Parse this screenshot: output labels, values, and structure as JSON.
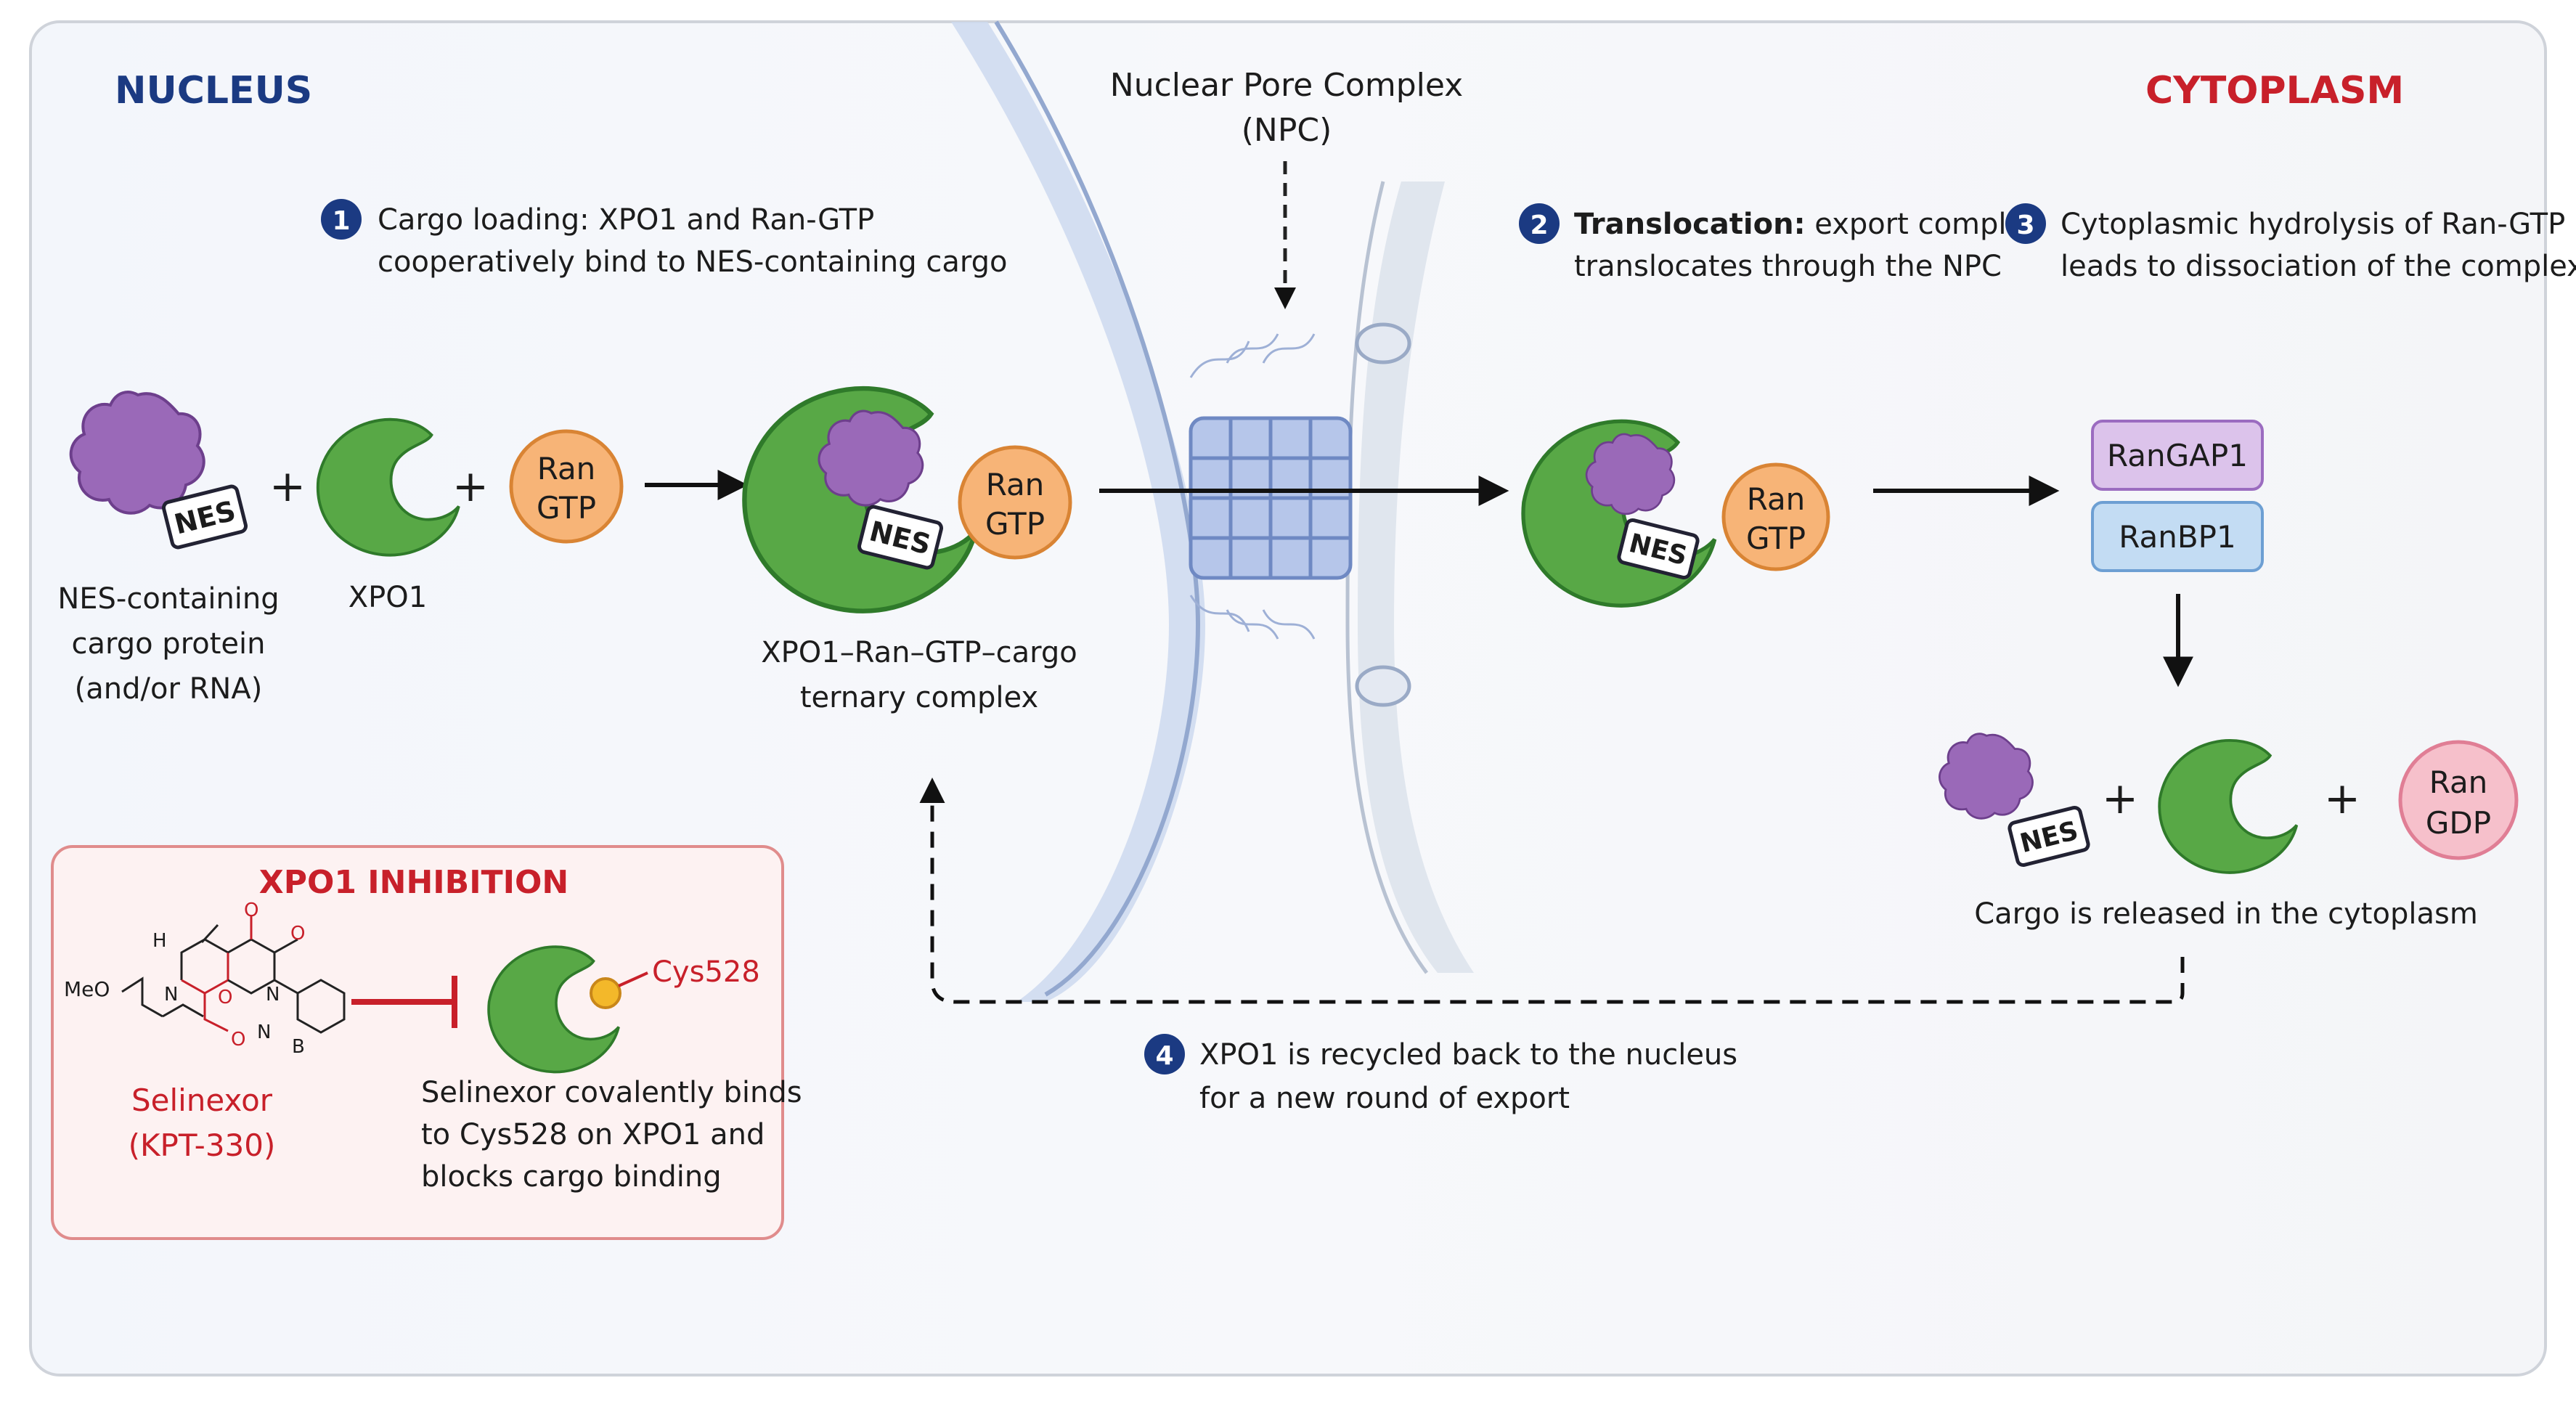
{
  "regions": {
    "nucleus": "NUCLEUS",
    "cytoplasm": "CYTOPLASM",
    "npc_line1": "Nuclear Pore Complex",
    "npc_line2": "(NPC)"
  },
  "steps": [
    {
      "number": "1",
      "line1": "Cargo loading: XPO1 and Ran-GTP",
      "line2": "cooperatively bind to NES-containing cargo"
    },
    {
      "number": "2",
      "line1_bold": "Translocation:",
      "line1_rest": " export complex",
      "line2": "translocates through the NPC"
    },
    {
      "number": "3",
      "line1": "Cytoplasmic hydrolysis of Ran-GTP",
      "line2": "leads to dissociation of the complex"
    },
    {
      "number": "4",
      "line1": "XPO1 is recycled back to the nucleus",
      "line2": "for a new round of export"
    }
  ],
  "labels": {
    "nes": "NES",
    "plus": "+",
    "ran": "Ran",
    "gtp": "GTP",
    "gdp": "GDP",
    "cargo_line1": "NES-containing",
    "cargo_line2": "cargo protein",
    "cargo_line3": "(and/or RNA)",
    "xpo1": "XPO1",
    "ternary_line1": "XPO1–Ran–GTP–cargo",
    "ternary_line2": "ternary complex",
    "rangap1": "RanGAP1",
    "ranbp1": "RanBP1",
    "release": "Cargo is released in the cytoplasm"
  },
  "inhibition": {
    "title": "XPO1 INHIBITION",
    "drug_line1": "Selinexor",
    "drug_line2": "(KPT-330)",
    "cys": "Cys528",
    "desc_line1": "Selinexor covalently binds",
    "desc_line2": "to Cys528 on XPO1 and",
    "desc_line3": "blocks cargo binding",
    "atom_meo": "MeO",
    "atom_h": "H",
    "atom_n": "N",
    "atom_o": "O",
    "atom_b": "B"
  },
  "colors": {
    "xpo1_green": "#58a846",
    "cargo_purple": "#9a69b8",
    "ran_gtp_orange": "#f7b477",
    "ran_gdp_pink": "#f6c0cb",
    "rangap1_lilac": "#dcc3eb",
    "ranbp1_blue": "#c3dcf3",
    "nucleus_blue": "#1b3a82",
    "cytoplasm_red": "#c8202a",
    "step_badge": "#1b3a82"
  }
}
